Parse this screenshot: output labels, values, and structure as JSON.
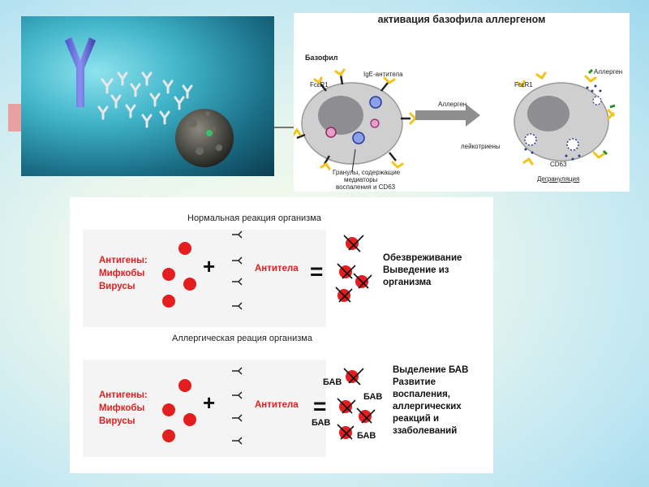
{
  "top_panel": {
    "title": "активация базофила аллергеном",
    "basophil_label": "Базофил",
    "ige_label": "IgE-антитела",
    "receptor_left": "FcεR1",
    "receptor_right": "FcεR1",
    "allergen_arrow_label": "Аллерген",
    "allergen_label": "Аллерген",
    "granules_note": [
      "Гранулы, содержащие",
      "медиаторы",
      "воспаления и CD63"
    ],
    "leukotrienes_label": "лейкотриены",
    "cd63_label": "CD63",
    "degranulation_label": "Дегрануляция"
  },
  "normal": {
    "heading": "Нормальная реакция организма",
    "antigens_lines": [
      "Антигены:",
      "Мифкобы",
      "Вирусы"
    ],
    "plus": "+",
    "antibodies_label": "Антитела",
    "equals": "=",
    "result_lines": [
      "Обезвреживание",
      "Выведение из",
      "организма"
    ]
  },
  "allergic": {
    "heading": "Аллергическая реация организма",
    "antigens_lines": [
      "Антигены:",
      "Мифкобы",
      "Вирусы"
    ],
    "plus": "+",
    "antibodies_label": "Антитела",
    "equals": "=",
    "bav_labels": [
      "БАВ",
      "БАВ",
      "БАВ",
      "БАВ"
    ],
    "result_lines": [
      "Выделение БАВ",
      "Развитие",
      "воспаления,",
      "аллергических",
      "реакций и",
      "ззаболеваний"
    ]
  },
  "colors": {
    "antigen": "#e41e1e",
    "receptor": "#f2c41a",
    "cell": "#c8c8c8",
    "nucleus": "#8a8a8e"
  }
}
